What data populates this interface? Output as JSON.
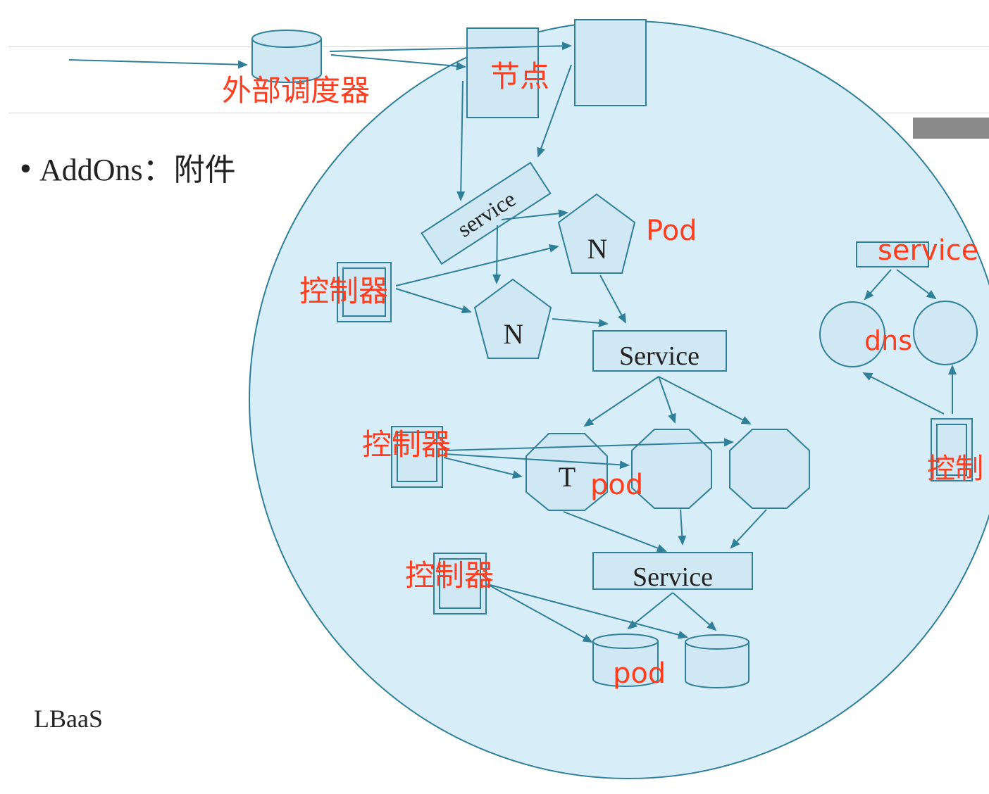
{
  "slide": {
    "bullet_marker": "•",
    "bullet_text": "AddOns：附件",
    "footer_text": "LBaaS"
  },
  "diagram": {
    "node_letters": {
      "n1": "N",
      "n2": "N",
      "t": "T"
    },
    "service_labels": {
      "rotated": "service",
      "service_mid": "Service",
      "service_low": "Service"
    }
  },
  "annotations": {
    "external_scheduler": "外部调度器",
    "node": "节点",
    "pod_upper": "Pod",
    "controller_1": "控制器",
    "controller_2": "控制器",
    "controller_3": "控制器",
    "controller_right": "控制",
    "pod_mid": "pod",
    "pod_low": "pod",
    "service_right": "service",
    "dns": "dns"
  },
  "colors": {
    "circle_fill": "#d7eef8",
    "stroke": "#2f7f99",
    "annotation_red": "#ff3d1f",
    "text_dark": "#222222"
  }
}
